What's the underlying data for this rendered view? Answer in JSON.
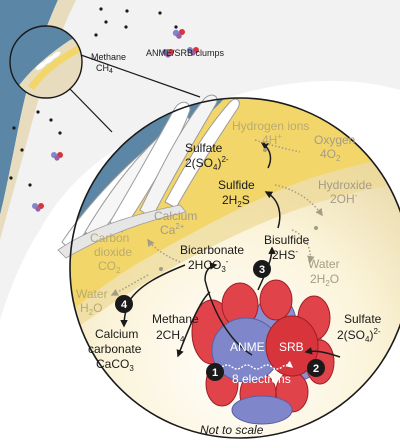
{
  "overview": {
    "methane_label_line1": "Methane",
    "methane_label_line2": "CH",
    "methane_label_sub": "4",
    "clumps_label": "ANME/SRB clumps"
  },
  "labels": {
    "hydrogen_ions": "Hydrogen ions",
    "hydrogen_ions_formula": "4H",
    "hydrogen_ions_sup": "+",
    "oxygen": "Oxygen",
    "oxygen_formula": "4O",
    "oxygen_sub": "2",
    "sulfate_top": "Sulfate",
    "sulfate_top_formula": "2(SO",
    "sulfate_top_sub": "4",
    "sulfate_top_close": ")",
    "sulfate_top_sup": "2-",
    "sulfide": "Sulfide",
    "sulfide_formula": "2H",
    "sulfide_sub": "2",
    "sulfide_tail": "S",
    "hydroxide": "Hydroxide",
    "hydroxide_formula": "2OH",
    "hydroxide_sup": "-",
    "calcium": "Calcium",
    "calcium_formula": "Ca",
    "calcium_sup": "2+",
    "carbon_dioxide_1": "Carbon",
    "carbon_dioxide_2": "dioxide",
    "carbon_dioxide_formula": "CO",
    "carbon_dioxide_sub": "2",
    "bicarbonate": "Bicarbonate",
    "bicarbonate_formula": "2HCO",
    "bicarbonate_sub": "3",
    "bicarbonate_sup": "-",
    "bisulfide": "Bisulfide",
    "bisulfide_formula": "2HS",
    "bisulfide_sup": "-",
    "water_right": "Water",
    "water_right_formula": "2H",
    "water_right_sub": "2",
    "water_right_tail": "O",
    "water_left": "Water",
    "water_left_formula": "H",
    "water_left_sub": "2",
    "water_left_tail": "O",
    "calcium_carbonate_1": "Calcium",
    "calcium_carbonate_2": "carbonate",
    "calcium_carbonate_formula": "CaCO",
    "calcium_carbonate_sub": "3",
    "methane": "Methane",
    "methane_formula": "2CH",
    "methane_sub": "4",
    "sulfate_right": "Sulfate",
    "sulfate_right_formula": "2(SO",
    "sulfate_right_sub": "4",
    "sulfate_right_close": ")",
    "sulfate_right_sup": "2-",
    "anme": "ANME",
    "srb": "SRB",
    "electrons": "8 electrons",
    "not_to_scale": "Not to scale"
  },
  "steps": [
    "1",
    "2",
    "3",
    "4"
  ],
  "colors": {
    "ocean_blue": "#5b86a6",
    "seafloor_tan": "#e4d3a2",
    "seep_yellow": "#f3d66a",
    "anme_blue": "#7f86c9",
    "srb_red": "#d8343c",
    "arrow_dark": "#1a1a1a",
    "arrow_faded": "#a59c86"
  }
}
